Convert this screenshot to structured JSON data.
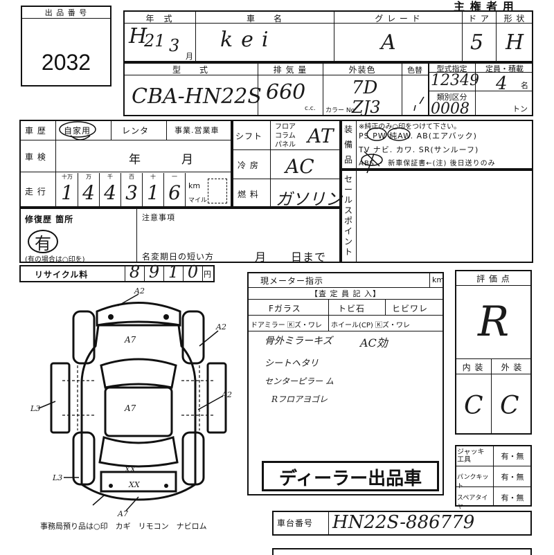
{
  "lot": {
    "label": "出 品 番 号",
    "number": "2032"
  },
  "header": {
    "right_title": "主 権 者 用"
  },
  "row1_labels": {
    "year": "年　式",
    "model": "車　　名",
    "grade": "グ レ ー ド",
    "doors": "ド ア",
    "body": "形 状"
  },
  "row1_values": {
    "year_era": "H",
    "year_num": "21",
    "year_month": "3",
    "year_suffix": "月",
    "model": "kei",
    "grade": "A",
    "doors": "5",
    "body": "H"
  },
  "row2_labels": {
    "type": "型　　式",
    "displacement": "排 気 量",
    "color": "外装色",
    "color_change": "色替",
    "type_designation": "型式指定",
    "capacity": "定員・積載",
    "classification": "類別区分",
    "color_no": "カラー No"
  },
  "row2_values": {
    "type": "CBA-HN22S",
    "displacement": "660",
    "displacement_unit": "c.c.",
    "color": "7D",
    "color_code": "ZJ3",
    "type_designation": "12349",
    "classification": "0008",
    "capacity": "4",
    "capacity_unit": "名",
    "ton_unit": "トン"
  },
  "history": {
    "label": "車 歴",
    "options": [
      "自家用",
      "レンタ",
      "事業.営業車"
    ]
  },
  "inspection": {
    "label": "車 検",
    "year": "年",
    "month": "月"
  },
  "mileage": {
    "label": "走 行",
    "units": [
      "十万",
      "万",
      "千",
      "百",
      "十",
      "一"
    ],
    "digits": [
      "1",
      "4",
      "4",
      "3",
      "1",
      "6"
    ],
    "km": "km",
    "mile": "マイル"
  },
  "shift": {
    "label": "シフト",
    "positions": [
      "フロア",
      "コラム",
      "パネル"
    ],
    "value": "AT"
  },
  "aircon": {
    "label": "冷 房",
    "value": "AC"
  },
  "fuel": {
    "label": "燃 料",
    "value": "ガソリン"
  },
  "equipment": {
    "label": "装備品",
    "note": "※純正のみ○印をつけて下さい。",
    "line1": "PS PW 純AW. AB(エアバック)",
    "line2": "TV ナビ. カワ. SR(サンルーフ)",
    "line3": "ABS ・ 新車保証書←(注) 後日送りのみ"
  },
  "sale_points": {
    "label": "セールスポイント"
  },
  "repair": {
    "label": "修復歴 箇所",
    "value": "有",
    "note": "(有の場合は○印を)"
  },
  "notes": {
    "label": "注意事項",
    "rename_label": "名変期日の短い方",
    "month": "月",
    "day": "日まで"
  },
  "recycle": {
    "label": "リサイクル料",
    "digits": [
      "8",
      "9",
      "1",
      "0"
    ],
    "unit": "円"
  },
  "meter": {
    "label": "現メーター指示",
    "unit": "km"
  },
  "inspector": {
    "title": "【査 定 員 記 入】",
    "fglass": "Fガラス",
    "chip": "トビ石",
    "crack": "ヒビワレ",
    "mirror": "ドアミラー 🄺ズ・ワレ",
    "wheel": "ホイール(CP) 🄺ズ・ワレ"
  },
  "comments": [
    "骨外ミラーキズ",
    "AC効",
    "シートヘタリ",
    "センターピラー ム",
    "Rフロアヨゴレ"
  ],
  "dealer_stamp": "ディーラー出品車",
  "score": {
    "label": "評 価 点",
    "value": "R"
  },
  "interior": {
    "label": "内 装",
    "value": "C"
  },
  "exterior": {
    "label": "外 装",
    "value": "C"
  },
  "extras": [
    {
      "label": "ジャッキ工具",
      "value": "有・無"
    },
    {
      "label": "パンクキット",
      "value": "有・無"
    },
    {
      "label": "スペアタイヤ",
      "value": "有・無"
    }
  ],
  "chassis": {
    "label": "車台番号",
    "value": "HN22S-886779"
  },
  "diagram": {
    "labels": [
      "A2",
      "A7",
      "A2",
      "A2",
      "L3",
      "L3",
      "A7",
      "A7",
      "XX",
      "XX"
    ],
    "footer": "事務局預り品は○印　カギ　リモコン　ナビロム"
  }
}
